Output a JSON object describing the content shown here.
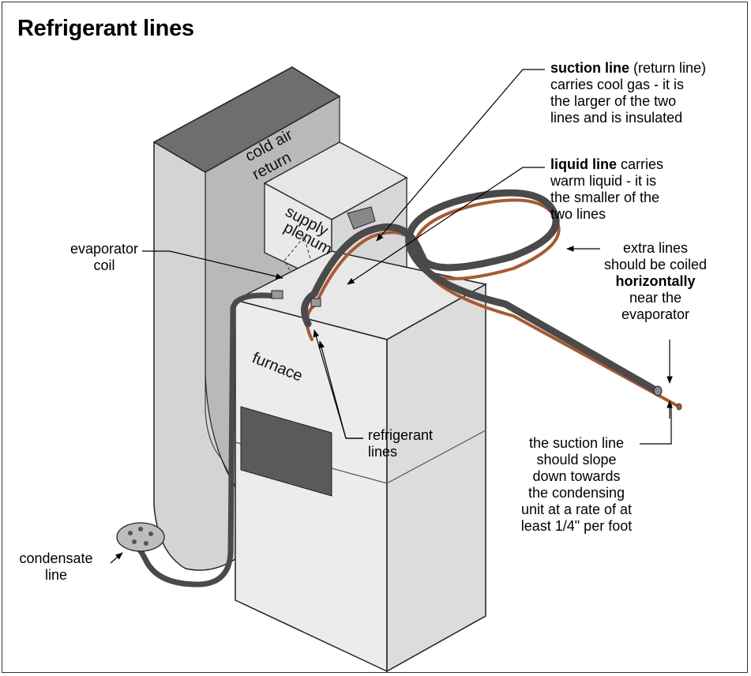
{
  "title": "Refrigerant lines",
  "labels": {
    "cold_air_return": [
      "cold air",
      "return"
    ],
    "supply_plenum": [
      "supply",
      "plenum"
    ],
    "furnace": "furnace",
    "evaporator_coil": [
      "evaporator",
      "coil"
    ],
    "condensate_line": [
      "condensate",
      "line"
    ],
    "refrigerant_lines": [
      "refrigerant",
      "lines"
    ],
    "suction_line": {
      "bold": "suction line",
      "rest": " (return line)",
      "lines": [
        "carries cool gas - it is",
        "the larger of the two",
        "lines and is insulated"
      ]
    },
    "liquid_line": {
      "bold": "liquid line",
      "rest": " carries",
      "lines": [
        "warm liquid - it is",
        "the smaller of the",
        "two lines"
      ]
    },
    "extra_lines": {
      "pre": [
        "extra lines",
        "should be coiled"
      ],
      "bold": "horizontally",
      "post": [
        "near the",
        "evaporator"
      ]
    },
    "slope_note": [
      "the suction line",
      "should slope",
      "down towards",
      "the condensing",
      "unit at a rate of at",
      "least 1/4\" per foot"
    ]
  },
  "colors": {
    "suction_line": "#4a4a4a",
    "liquid_line": "#b0683e",
    "duct": "#cfcfcf",
    "duct_dark": "#6e6e6e",
    "furnace_panel": "#5a5a5a"
  }
}
